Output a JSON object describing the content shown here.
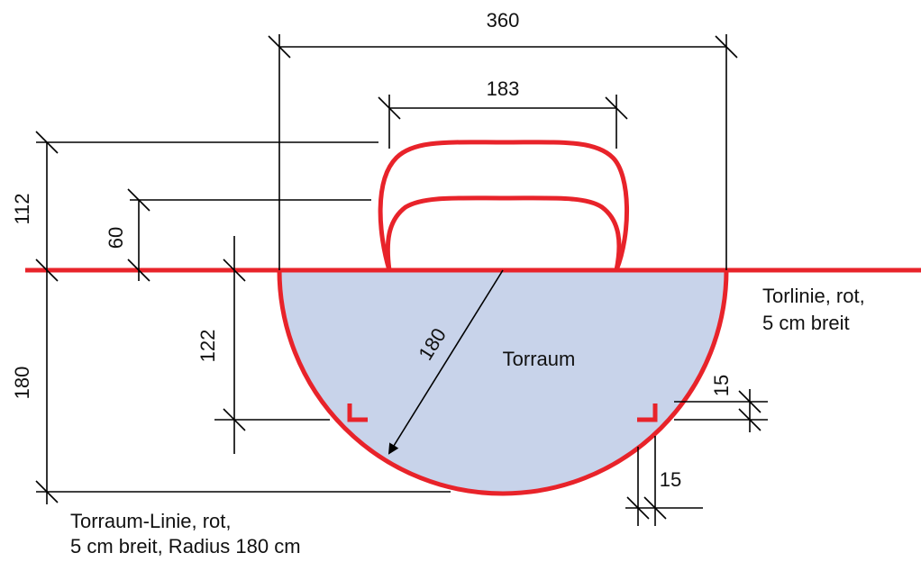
{
  "dimensions": {
    "width_360": "360",
    "width_183": "183",
    "height_112": "112",
    "height_60": "60",
    "height_122": "122",
    "height_180": "180",
    "radius_180": "180",
    "mark_15_right": "15",
    "mark_15_bottom": "15"
  },
  "labels": {
    "torraum": "Torraum",
    "torlinie_line1": "Torlinie, rot,",
    "torlinie_line2": "5 cm breit",
    "torraumlinie_line1": "Torraum-Linie, rot,",
    "torraumlinie_line2": "5 cm breit, Radius 180 cm"
  },
  "colors": {
    "line_red": "#e8232a",
    "area_fill": "#c8d3ea",
    "dimension_black": "#000000"
  }
}
